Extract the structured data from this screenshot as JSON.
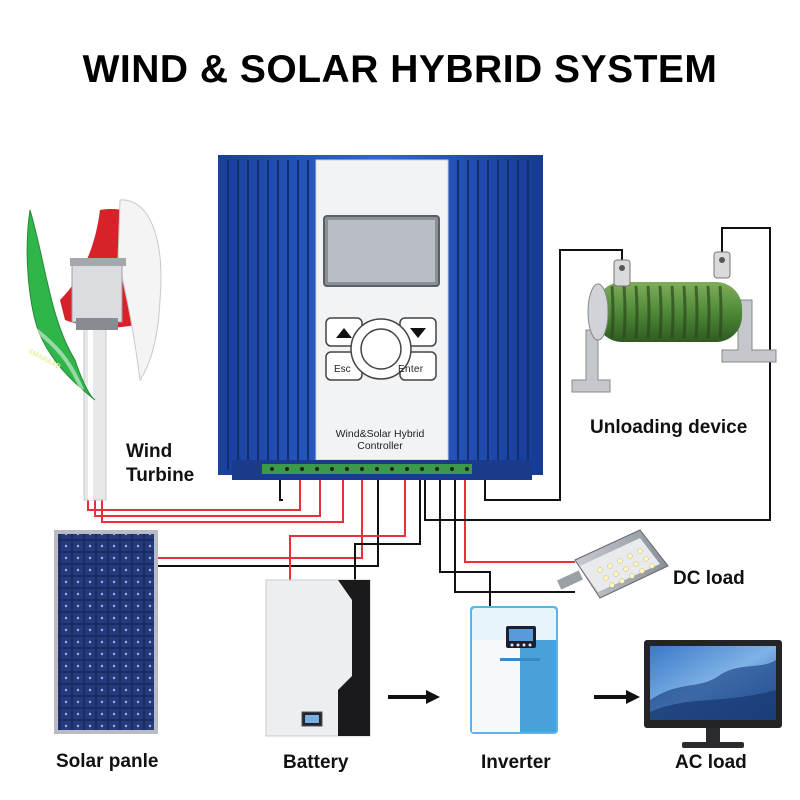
{
  "title": "WIND & SOLAR HYBRID SYSTEM",
  "labels": {
    "wind_turbine_line1": "Wind",
    "wind_turbine_line2": "Turbine",
    "unloading_device": "Unloading device",
    "dc_load": "DC load",
    "solar_panel": "Solar panle",
    "battery": "Battery",
    "inverter": "Inverter",
    "ac_load": "AC load"
  },
  "controller": {
    "label_line1": "Wind&Solar Hybrid",
    "label_line2": "Controller",
    "esc_label": "Esc",
    "enter_label": "Enter"
  },
  "turbine_brand": "SMARAAD",
  "colors": {
    "controller_blue": "#1f4fb8",
    "wire_red": "#e8303a",
    "wire_black": "#111111",
    "turbine_green": "#2fb54a",
    "turbine_red": "#d8222a"
  }
}
